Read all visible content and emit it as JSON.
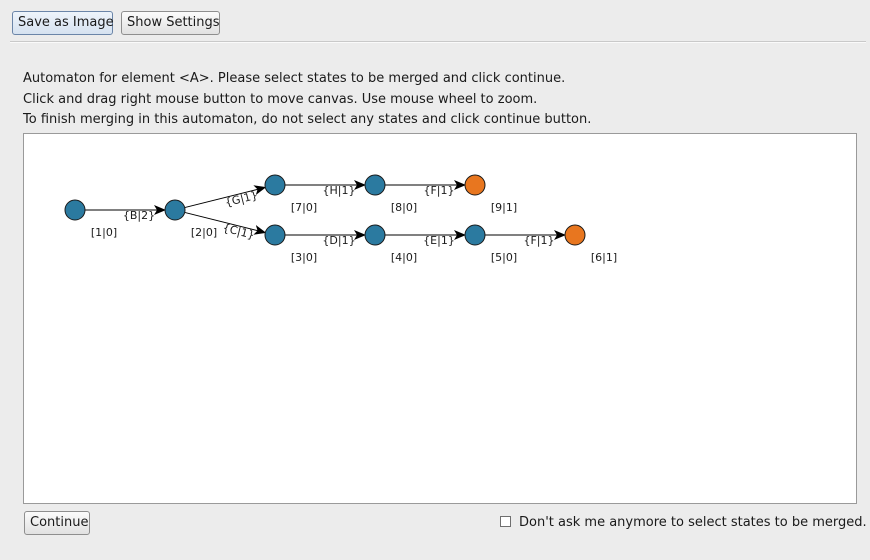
{
  "toolbar": {
    "save_image_label": "Save as Image",
    "show_settings_label": "Show Settings"
  },
  "messages": {
    "line1": "Automaton for element <A>. Please select states to be merged and click continue.",
    "line2": "Click and drag right mouse button to move canvas. Use mouse wheel to zoom.",
    "line3": "To finish merging in this automaton, do not select any states and click continue button."
  },
  "automaton": {
    "colors": {
      "normal_state": "#2b7aa0",
      "final_state": "#e8761f",
      "edge": "#000000"
    },
    "states": [
      {
        "id": "1",
        "label": "[1|0]",
        "final": false
      },
      {
        "id": "2",
        "label": "[2|0]",
        "final": false
      },
      {
        "id": "7",
        "label": "[7|0]",
        "final": false
      },
      {
        "id": "8",
        "label": "[8|0]",
        "final": false
      },
      {
        "id": "9",
        "label": "[9|1]",
        "final": true
      },
      {
        "id": "3",
        "label": "[3|0]",
        "final": false
      },
      {
        "id": "4",
        "label": "[4|0]",
        "final": false
      },
      {
        "id": "5",
        "label": "[5|0]",
        "final": false
      },
      {
        "id": "6",
        "label": "[6|1]",
        "final": true
      }
    ],
    "edges": [
      {
        "from": "1",
        "to": "2",
        "label": "{B|2}"
      },
      {
        "from": "2",
        "to": "7",
        "label": "{G|1}"
      },
      {
        "from": "7",
        "to": "8",
        "label": "{H|1}"
      },
      {
        "from": "8",
        "to": "9",
        "label": "{F|1}"
      },
      {
        "from": "2",
        "to": "3",
        "label": "{C|1}"
      },
      {
        "from": "3",
        "to": "4",
        "label": "{D|1}"
      },
      {
        "from": "4",
        "to": "5",
        "label": "{E|1}"
      },
      {
        "from": "5",
        "to": "6",
        "label": "{F|1}"
      }
    ]
  },
  "footer": {
    "continue_label": "Continue",
    "dont_ask_label": "Don't ask me anymore to select states to be merged.",
    "dont_ask_checked": false
  }
}
